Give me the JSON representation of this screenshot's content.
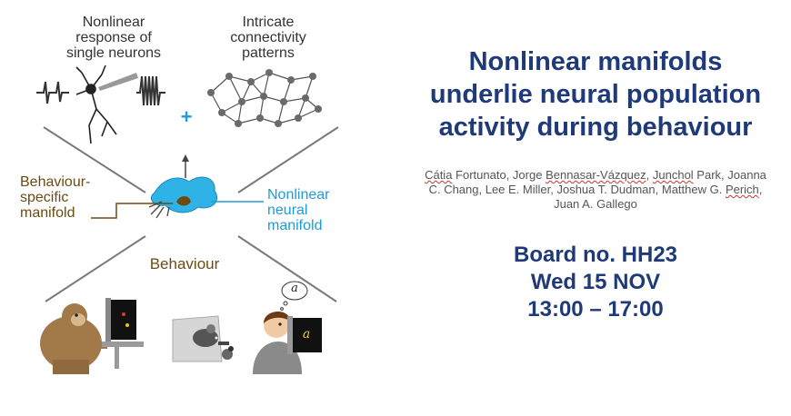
{
  "figure": {
    "label_nonlinear_response": [
      "Nonlinear",
      "response of",
      "single neurons"
    ],
    "label_connectivity": [
      "Intricate",
      "connectivity",
      "patterns"
    ],
    "plus_sign": "+",
    "label_behaviour_manifold": [
      "Behaviour-",
      "specific",
      "manifold"
    ],
    "label_neural_manifold": [
      "Nonlinear",
      "neural",
      "manifold"
    ],
    "label_behaviour": "Behaviour",
    "speech_letter": "a",
    "screen_letter": "a",
    "colors": {
      "neural_blue": "#1e9bd7",
      "behaviour_brown": "#6b4b12",
      "line_gray": "#7a7a7a"
    }
  },
  "poster": {
    "title_lines": [
      "Nonlinear manifolds",
      "underlie neural population",
      "activity during behaviour"
    ],
    "author_line_1": {
      "part1": "Cátia",
      "part2": " Fortunato, Jorge ",
      "part3": "Bennasar-Vázquez",
      "part4": ", ",
      "part5": "Junchol",
      "part6": " Park, Joanna"
    },
    "author_line_2": {
      "part1": "C. Chang, Lee E. Miller,  Joshua T. Dudman, Matthew G. ",
      "part2": "Perich",
      "part3": ","
    },
    "author_line_3": "Juan A. Gallego",
    "board": "Board no. HH23",
    "date": "Wed 15 NOV",
    "time": "13:00 – 17:00",
    "colors": {
      "title": "#1f3a78",
      "authors": "#555555"
    }
  }
}
